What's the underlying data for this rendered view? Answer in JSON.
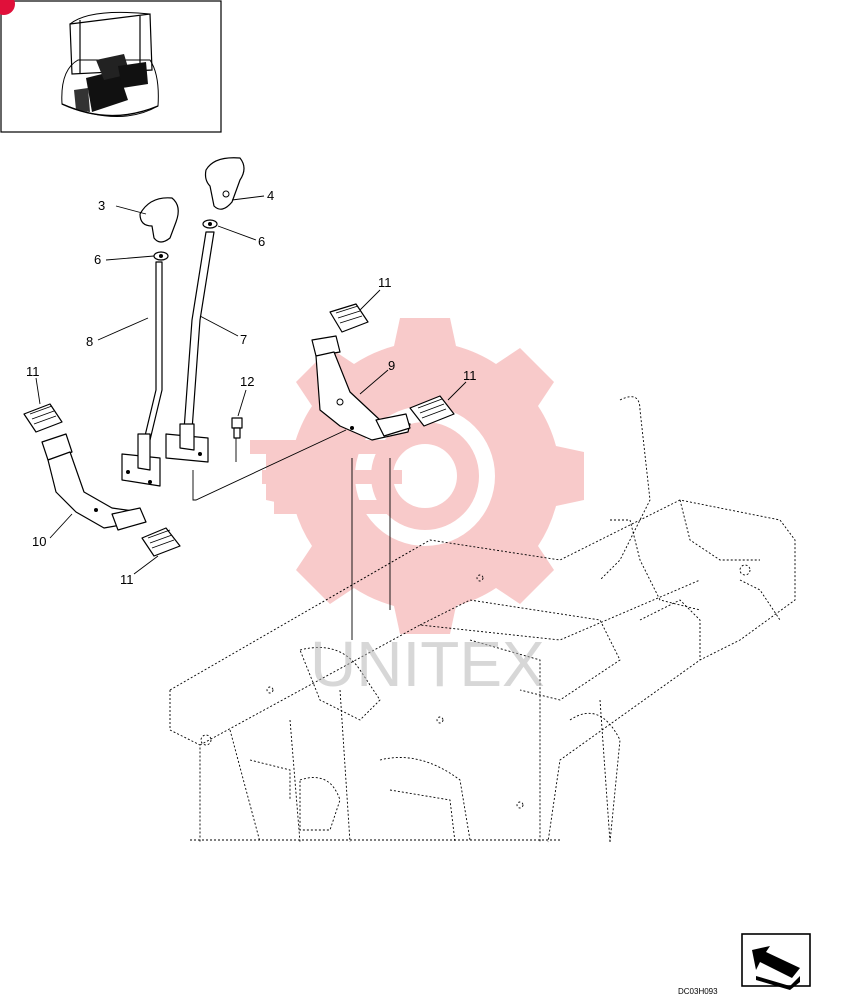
{
  "diagram": {
    "part_labels": [
      {
        "id": "label-3",
        "text": "3"
      },
      {
        "id": "label-4",
        "text": "4"
      },
      {
        "id": "label-6a",
        "text": "6"
      },
      {
        "id": "label-6b",
        "text": "6"
      },
      {
        "id": "label-8",
        "text": "8"
      },
      {
        "id": "label-7",
        "text": "7"
      },
      {
        "id": "label-11a",
        "text": "11"
      },
      {
        "id": "label-11b",
        "text": "11"
      },
      {
        "id": "label-11c",
        "text": "11"
      },
      {
        "id": "label-11d",
        "text": "11"
      },
      {
        "id": "label-12",
        "text": "12"
      },
      {
        "id": "label-9",
        "text": "9"
      },
      {
        "id": "label-10",
        "text": "10"
      }
    ],
    "drawing_code": "DC03H093",
    "watermark": "UNITEX",
    "colors": {
      "line": "#000000",
      "watermark_logo": "#f4a7a7",
      "watermark_text": "#b8b8b8",
      "corner_marker": "#e0103a"
    },
    "icons": [
      "cab-locator-icon",
      "direction-arrow-icon",
      "gear-watermark-icon"
    ]
  }
}
